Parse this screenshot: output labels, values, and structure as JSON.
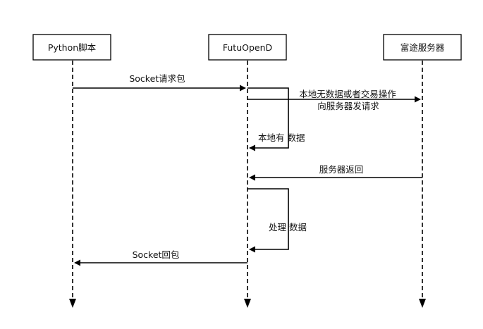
{
  "participants": [
    {
      "id": "python",
      "label": "Python脚本"
    },
    {
      "id": "futu",
      "label": "FutuOpenD"
    },
    {
      "id": "server",
      "label": "富途服务器"
    }
  ],
  "messages": [
    {
      "id": "socket-request",
      "label": "Socket请求包"
    },
    {
      "id": "forward-request",
      "label_line1": "本地无数据或者交易操作",
      "label_line2": "向服务器发请求"
    },
    {
      "id": "local-data",
      "label": "本地有 数据"
    },
    {
      "id": "server-return",
      "label": "服务器返回"
    },
    {
      "id": "process-data",
      "label": "处理 数据"
    },
    {
      "id": "socket-reply",
      "label": "Socket回包"
    }
  ],
  "colors": {
    "line": "#000000",
    "box_border": "#000000",
    "background": "#ffffff",
    "text": "#111111"
  }
}
